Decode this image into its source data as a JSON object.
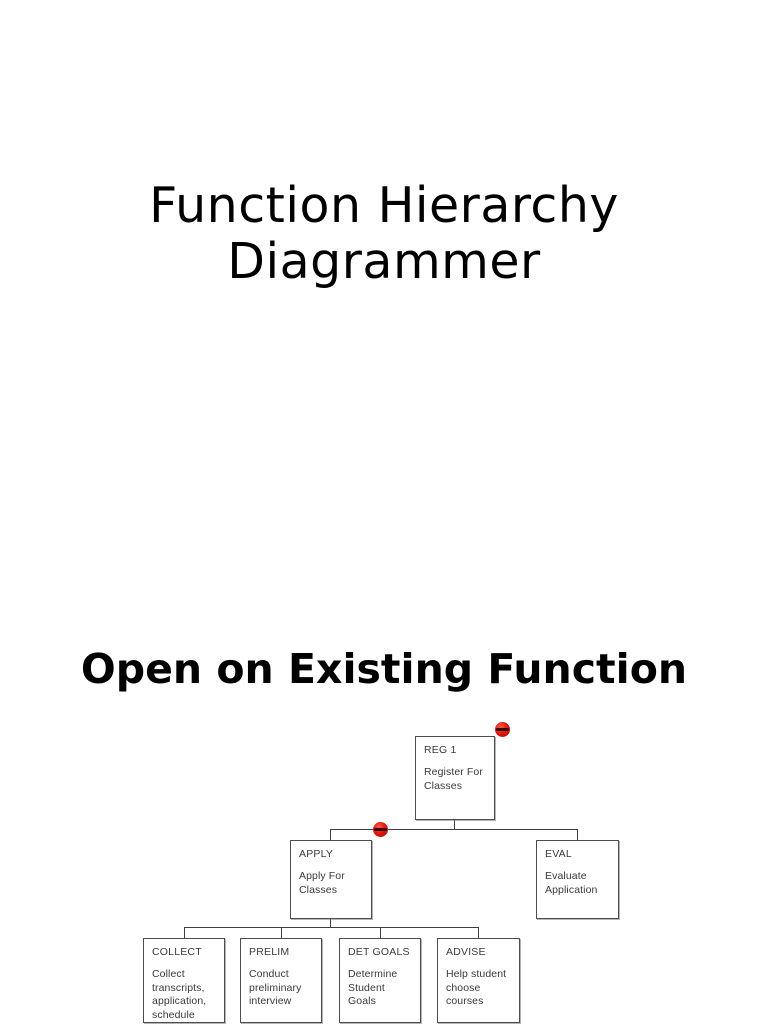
{
  "slide": {
    "title": "Function Hierarchy\nDiagrammer",
    "section_heading": "Open on Existing Function",
    "background_color": "#ffffff",
    "text_color": "#000000"
  },
  "diagram": {
    "type": "function-hierarchy-tree",
    "line_color": "#3f3f3f",
    "box_border_color": "#4d4d4d",
    "box_text_color": "#3a3a3a",
    "marker_color": "#e01a0c",
    "nodes": [
      {
        "id": "reg1",
        "code": "REG 1",
        "description": "Register For\nClasses",
        "level": 0
      },
      {
        "id": "apply",
        "code": "APPLY",
        "description": "Apply For\nClasses",
        "level": 1
      },
      {
        "id": "eval",
        "code": "EVAL",
        "description": "Evaluate\nApplication",
        "level": 1
      },
      {
        "id": "collect",
        "code": "COLLECT",
        "description": "Collect\ntranscripts,\napplication,\nschedule",
        "level": 2
      },
      {
        "id": "prelim",
        "code": "PRELIM",
        "description": "Conduct\npreliminary\ninterview",
        "level": 2
      },
      {
        "id": "detgoals",
        "code": "DET GOALS",
        "description": "Determine\nStudent\nGoals",
        "level": 2
      },
      {
        "id": "advise",
        "code": "ADVISE",
        "description": "Help student\nchoose\ncourses",
        "level": 2
      }
    ],
    "markers": [
      {
        "id": "marker-root",
        "attached_to": "reg1",
        "style": "barred"
      },
      {
        "id": "marker-branch",
        "attached_to": "apply-connector",
        "style": "barred"
      }
    ]
  }
}
